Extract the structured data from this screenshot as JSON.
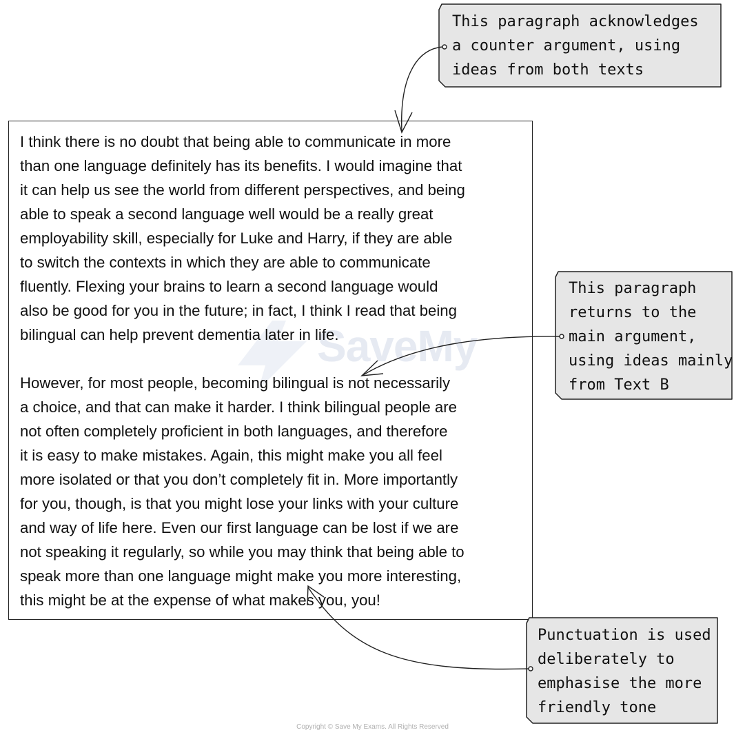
{
  "watermark": {
    "text": "SaveMy"
  },
  "essay": {
    "paragraphs": [
      {
        "lines": [
          "I think there is no doubt that being able to communicate in more",
          "than one language definitely has its benefits. I would imagine that",
          "it can help us see the world from different perspectives, and being",
          "able to speak a second language well would be a really great",
          "employability skill, especially for Luke and Harry, if they are able",
          "to switch the contexts in which they are able to communicate",
          "fluently. Flexing your brains to learn a second language would",
          "also be good for you in the future; in fact, I think I read that being",
          "bilingual can help prevent dementia later in life."
        ]
      },
      {
        "lines": [
          "However, for most people, becoming bilingual is not necessarily",
          "a choice, and that can make it harder. I think bilingual people are",
          "not often completely proficient in both languages, and therefore",
          "it is easy to make mistakes. Again, this might make you all feel",
          "more isolated or that you don’t completely fit in. More importantly",
          "for you, though, is that you might lose your links with your culture",
          "and way of life here. Even our first language can be lost if we are",
          "not speaking it regularly, so while you may think that being able to",
          "speak more than one language might make you more interesting,",
          "this might be at the expense of what makes you, you!"
        ]
      }
    ]
  },
  "annotations": [
    {
      "lines": [
        "This paragraph acknowledges",
        "a counter argument, using",
        "ideas from both texts"
      ]
    },
    {
      "lines": [
        "This paragraph",
        "returns to the",
        "main argument,",
        "using ideas mainly",
        "from Text B"
      ]
    },
    {
      "lines": [
        "Punctuation is used",
        "deliberately to",
        "emphasise the more",
        "friendly tone"
      ]
    }
  ],
  "footer": {
    "copyright": "Copyright © Save My Exams. All Rights Reserved"
  }
}
